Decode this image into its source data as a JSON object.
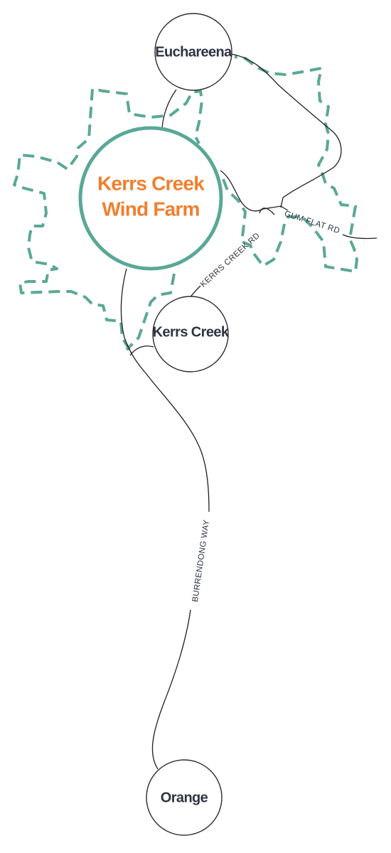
{
  "map": {
    "colors": {
      "boundary": "#5aa897",
      "farm_label": "#f07f2e",
      "town_label": "#2e3440",
      "road": "#1f1f1f"
    },
    "farm": {
      "line1": "Kerrs Creek",
      "line2": "Wind Farm"
    },
    "towns": {
      "euchareena": "Euchareena",
      "kerrs_creek": "Kerrs Creek",
      "orange": "Orange"
    },
    "roads": {
      "gum_flat": "GUM FLAT RD",
      "kerrs_creek": "KERRS CREEK RD",
      "burrendong": "BURRENDONG WAY"
    }
  }
}
